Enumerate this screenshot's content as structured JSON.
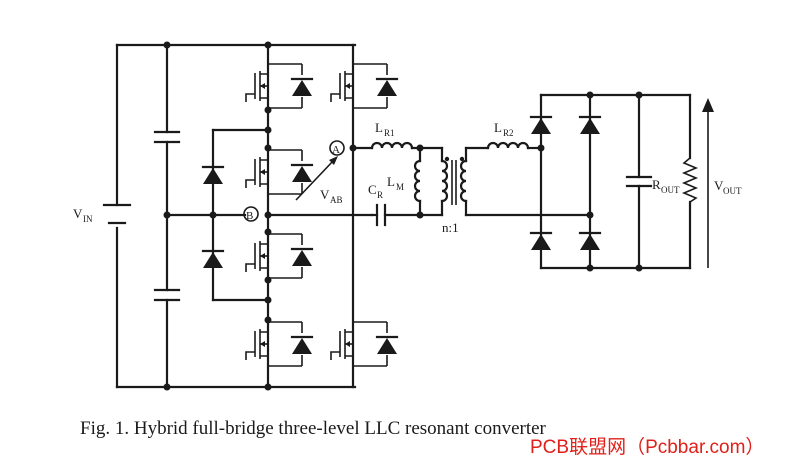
{
  "labels": {
    "vin": "V",
    "vin_sub": "IN",
    "lr1": "L",
    "lr1_sub": "R1",
    "lr2": "L",
    "lr2_sub": "R2",
    "lm": "L",
    "lm_sub": "M",
    "cr": "C",
    "cr_sub": "R",
    "vab": "V",
    "vab_sub": "AB",
    "rout": "R",
    "rout_sub": "OUT",
    "vout": "V",
    "vout_sub": "OUT",
    "node_a": "A",
    "node_b": "B",
    "ratio": "n:1"
  },
  "caption": "Fig. 1.   Hybrid full-bridge three-level LLC resonant converter",
  "watermark": "PCB联盟网（Pcbbar.com）",
  "colors": {
    "ink": "#1a1a1a",
    "watermark": "#e0201a"
  }
}
